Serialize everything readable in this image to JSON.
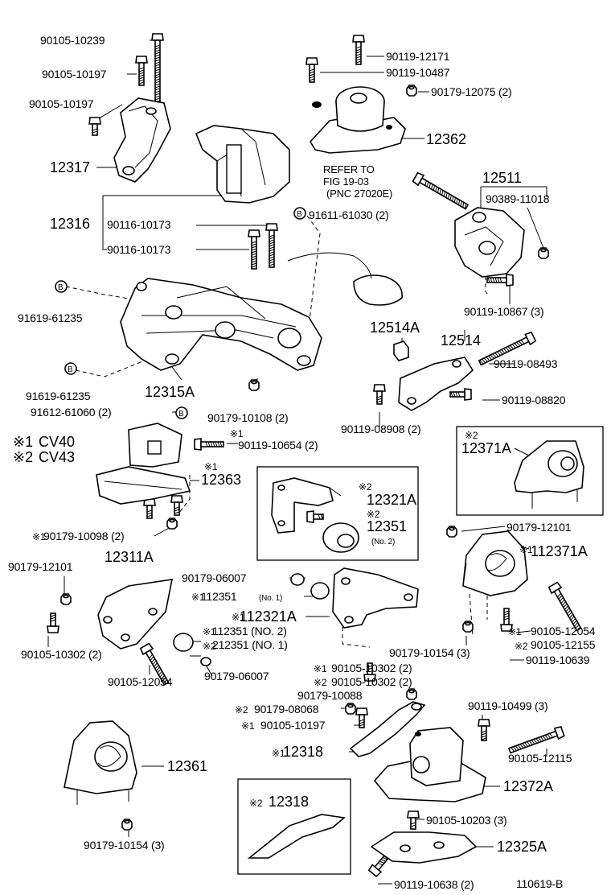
{
  "diagram_code": "110619-B",
  "legend": [
    {
      "mark": "※1",
      "code": "CV40"
    },
    {
      "mark": "※2",
      "code": "CV43"
    }
  ],
  "reference_note": {
    "line1": "REFER TO",
    "line2": "FIG 19-03",
    "line3": "(PNC 27020E)"
  },
  "labels": {
    "l_90105_10239": "90105-10239",
    "l_90105_10197a": "90105-10197",
    "l_90105_10197b": "90105-10197",
    "l_12317": "12317",
    "l_12316": "12316",
    "l_90116_10173a": "90116-10173",
    "l_90116_10173b": "90116-10173",
    "l_90119_12171": "90119-12171",
    "l_90119_10487": "90119-10487",
    "l_90179_12075": "90179-12075 (2)",
    "l_12362": "12362",
    "l_12511": "12511",
    "l_90389_11018": "90389-11018",
    "l_91611_61030": "91611-61030 (2)",
    "l_91619_61235a": "91619-61235",
    "l_91619_61235b": "91619-61235",
    "l_12315A": "12315A",
    "l_91612_61060": "91612-61060 (2)",
    "l_90179_10108": "90179-10108 (2)",
    "l_90119_10867": "90119-10867 (3)",
    "l_12514A": "12514A",
    "l_12514": "12514",
    "l_90119_08493": "90119-08493",
    "l_90119_08820": "90119-08820",
    "l_90119_08908": "90119-08908 (2)",
    "l_90119_10654": "90119-10654 (2)",
    "l_12363": "12363",
    "l_90179_10098": "90179-10098 (2)",
    "l_12371A": "12371A",
    "l_12321A_top": "12321A",
    "l_12351_top": "12351",
    "l_12351_top_sub": "(No. 2)",
    "l_90179_12101a": "90179-12101",
    "l_112371A": "112371A",
    "l_90179_12101b": "90179-12101",
    "l_12311A": "12311A",
    "l_90179_06007a": "90179-06007",
    "l_112351": "112351",
    "l_112351_sub": "(No. 1)",
    "l_112321A": "112321A",
    "l_112351_no2": "112351 (NO. 2)",
    "l_212351_no1": "212351 (NO. 1)",
    "l_90179_06007b": "90179-06007",
    "l_90105_10302_2": "90105-10302 (2)",
    "l_90105_12054a": "90105-12054",
    "l_90105_12054b": "90105-12054",
    "l_90179_10154a": "90179-10154 (3)",
    "l_90105_12155": "90105-12155",
    "l_90119_10639": "90119-10639",
    "l_90105_10302_m1": "90105-10302 (2)",
    "l_90105_10302_m2": "90105-10302 (2)",
    "l_90179_10088": "90179-10088",
    "l_90179_08068": "90179-08068",
    "l_90105_10197c": "90105-10197",
    "l_12318a": "12318",
    "l_90119_10499": "90119-10499 (3)",
    "l_90105_12115": "90105-12115",
    "l_12361": "12361",
    "l_12372A": "12372A",
    "l_90179_10154b": "90179-10154 (3)",
    "l_12318b": "12318",
    "l_90105_10203": "90105-10203 (3)",
    "l_12325A": "12325A",
    "l_90119_10638": "90119-10638 (2)"
  },
  "marks": {
    "m1": "※1",
    "m2": "※2",
    "circle_b": "B"
  }
}
